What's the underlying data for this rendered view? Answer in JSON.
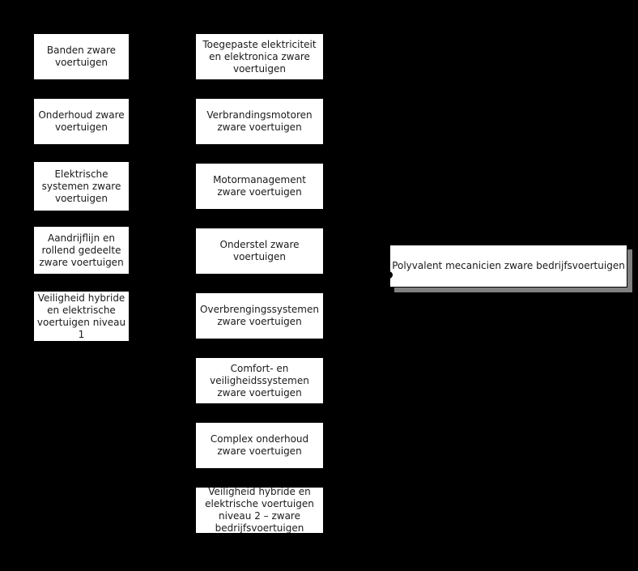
{
  "diagram": {
    "background_color": "#000000",
    "node_fill_color": "#ffffff",
    "node_text_color": "#1a1a1a",
    "target_shadow_color": "#808080",
    "columns": [
      {
        "boxes": [
          "Banden zware voertuigen",
          "Onderhoud zware voertuigen",
          "Elektrische systemen zware voertuigen",
          "Aandrijflijn en rollend gedeelte zware voertuigen",
          "Veiligheid hybride en elektrische voertuigen niveau 1"
        ]
      },
      {
        "boxes": [
          "Toegepaste elektriciteit en elektronica zware voertuigen",
          "Verbrandingsmotoren zware voertuigen",
          "Motormanagement zware voertuigen",
          "Onderstel zware voertuigen",
          "Overbrengingssystemen zware voertuigen",
          "Comfort- en veiligheidssystemen zware voertuigen",
          "Complex onderhoud zware voertuigen",
          "Veiligheid hybride en elektrische voertuigen niveau 2 – zware bedrijfsvoertuigen"
        ]
      }
    ],
    "target": {
      "label": "Polyvalent mecanicien zware bedrijfsvoertuigen"
    }
  }
}
